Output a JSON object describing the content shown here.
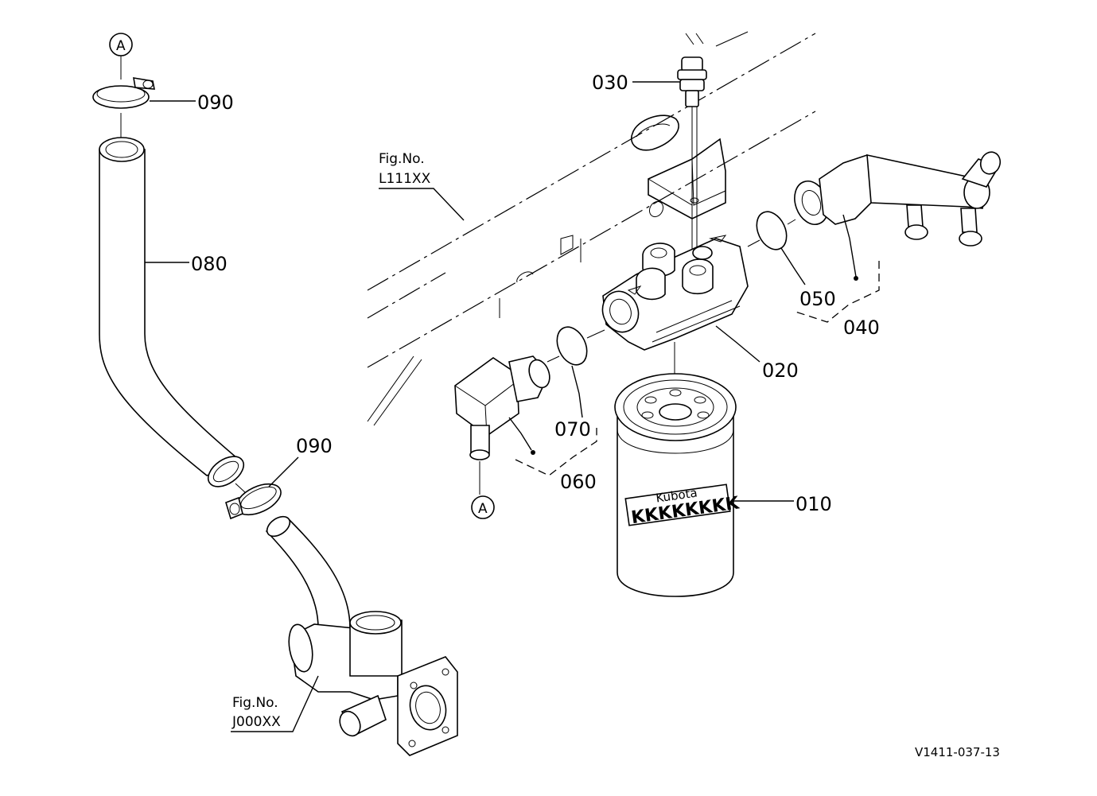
{
  "parts": {
    "p010": "010",
    "p020": "020",
    "p030": "030",
    "p040": "040",
    "p050": "050",
    "p060": "060",
    "p070": "070",
    "p080": "080",
    "p090_top": "090",
    "p090_bottom": "090"
  },
  "refs": {
    "frame_line1": "Fig.No.",
    "frame_line2": "L111XX",
    "pump_line1": "Fig.No.",
    "pump_line2": "J000XX"
  },
  "connection_marker": "A",
  "filter_brand": "Kubota",
  "filter_band": "KKKKKKKK",
  "drawing_code": "V1411-037-13"
}
